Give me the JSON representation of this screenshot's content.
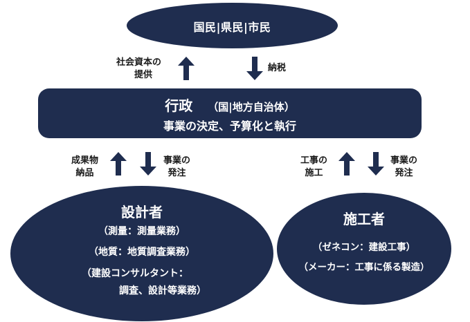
{
  "top_node": {
    "label": "国民|県民|市民"
  },
  "admin": {
    "title": "行政",
    "subtitle": "（国|地方自治体）",
    "description": "事業の決定、予算化と執行"
  },
  "designer": {
    "title": "設計者",
    "lines": [
      "（測量：測量業務）",
      "（地質：地質調査業務）",
      "（建設コンサルタント：",
      "調査、設計等業務）"
    ]
  },
  "builder": {
    "title": "施工者",
    "lines": [
      "（ゼネコン：建設工事）",
      "（メーカー：工事に係る製造）"
    ]
  },
  "flows": {
    "social_capital": {
      "line1": "社会資本の",
      "line2": "提供"
    },
    "tax": {
      "line1": "納税"
    },
    "deliverables": {
      "line1": "成果物",
      "line2": "納品"
    },
    "order_design": {
      "line1": "事業の",
      "line2": "発注"
    },
    "construction": {
      "line1": "工事の",
      "line2": "施工"
    },
    "order_construction": {
      "line1": "事業の",
      "line2": "発注"
    }
  },
  "colors": {
    "node_fill": "#1f2d4f",
    "text_on_node": "#ffffff",
    "label_text": "#1a1a1a"
  }
}
